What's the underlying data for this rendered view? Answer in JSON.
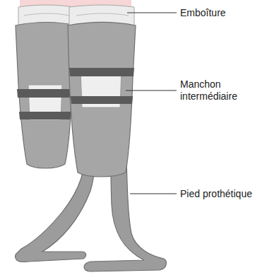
{
  "diagram": {
    "labels": [
      "Emboîture",
      "Manchon intermédiaire",
      "Pied prothétique"
    ]
  }
}
